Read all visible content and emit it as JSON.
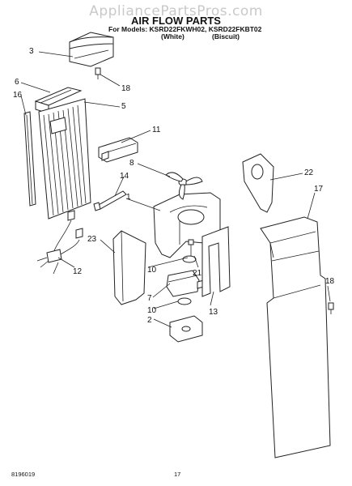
{
  "header": {
    "watermark": "AppliancePartsPros.com",
    "title": "AIR FLOW PARTS",
    "models": "For Models: KSRD22FKWH02, KSRD22FKBT02",
    "variant_white": "(White)",
    "variant_biscuit": "(Biscuit)"
  },
  "callouts": {
    "c1": "1",
    "c2": "2",
    "c3": "3",
    "c5": "5",
    "c6": "6",
    "c7": "7",
    "c8": "8",
    "c10a": "10",
    "c10b": "10",
    "c11": "11",
    "c12": "12",
    "c13": "13",
    "c14": "14",
    "c16": "16",
    "c17": "17",
    "c18a": "18",
    "c18b": "18",
    "c21": "21",
    "c22": "22",
    "c23": "23"
  },
  "footer": {
    "doc_number": "8196019",
    "page_number": "17"
  }
}
